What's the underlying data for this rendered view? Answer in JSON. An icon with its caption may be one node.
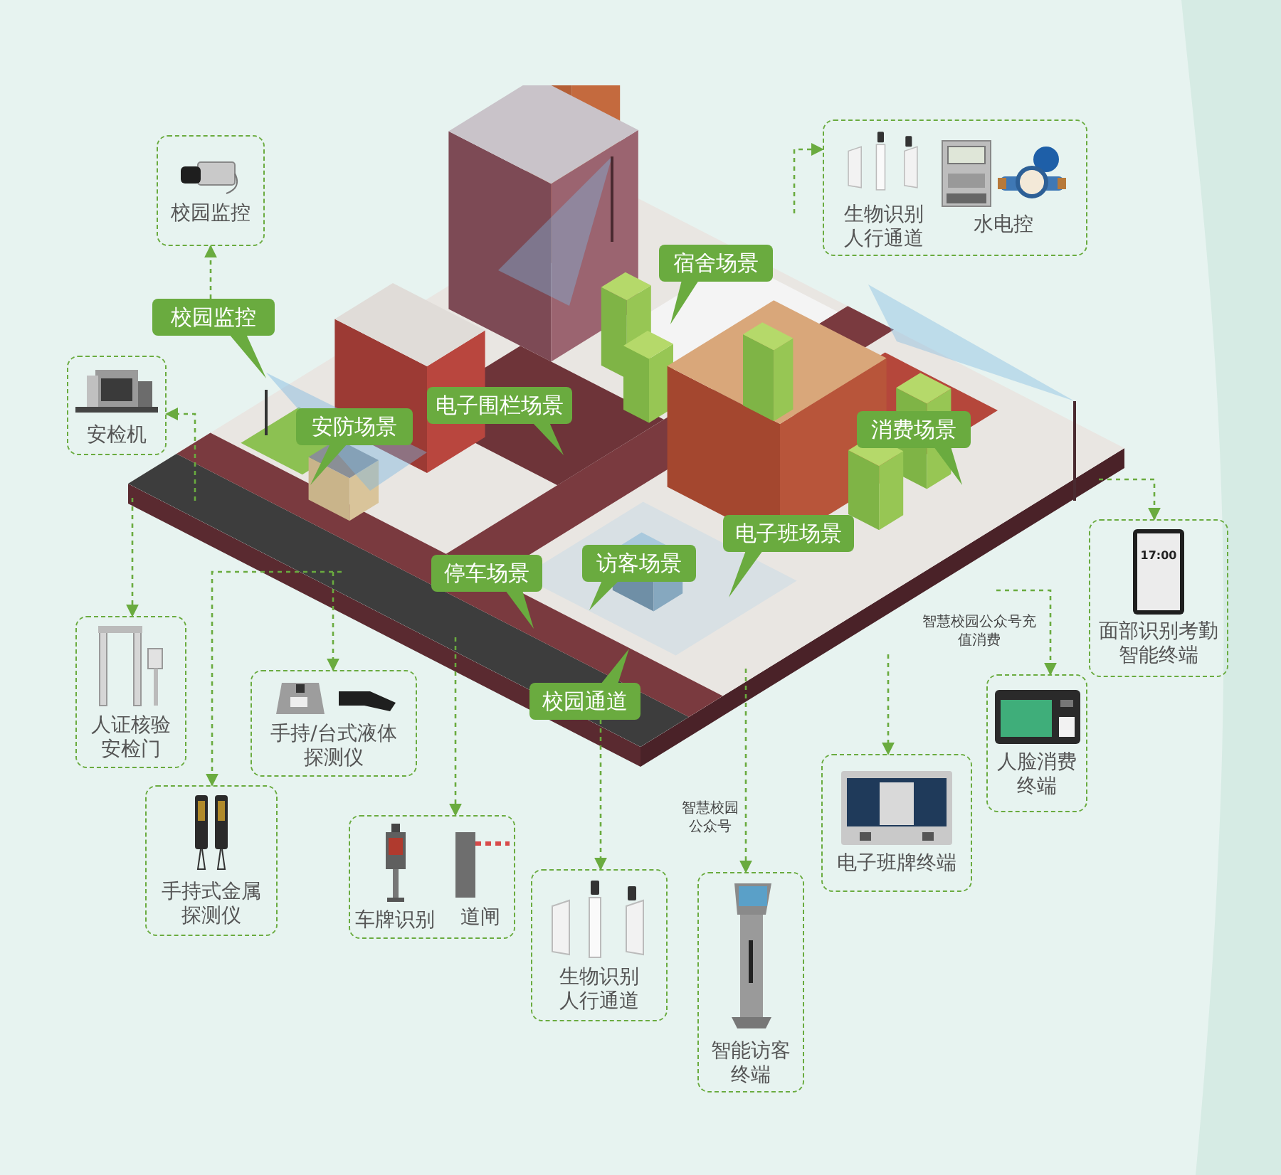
{
  "diagram": {
    "nodes": [
      {
        "text": [
          "校园监控"
        ]
      },
      {
        "text": [
          "安防场景"
        ]
      },
      {
        "text": [
          "电子围栏场景"
        ]
      },
      {
        "text": [
          "宿舍场景"
        ]
      },
      {
        "text": [
          "消费场景"
        ]
      },
      {
        "text": [
          "停车场景"
        ]
      },
      {
        "text": [
          "访客场景"
        ]
      },
      {
        "text": [
          "电子班场景"
        ]
      },
      {
        "text": [
          "校园通道"
        ]
      },
      {
        "text": [
          "校园监控"
        ]
      },
      {
        "text": [
          "安检机"
        ]
      },
      {
        "text": [
          "人证核验安检门"
        ]
      },
      {
        "text": [
          "手持式金属探测仪"
        ]
      },
      {
        "text": [
          "手持/台式液体探测仪"
        ]
      },
      {
        "text": [
          "车牌识别",
          "道闸"
        ]
      },
      {
        "text": [
          "生物识别人行通道"
        ]
      },
      {
        "text": [
          "智能访客终端"
        ]
      },
      {
        "text": [
          "电子班牌终端"
        ]
      },
      {
        "text": [
          "人脸消费终端"
        ]
      },
      {
        "text": [
          "面部识别考勤智能终端"
        ]
      },
      {
        "text": [
          "生物识别人行通道",
          "水电控"
        ]
      }
    ],
    "edges": [
      {
        "from": 0,
        "to": 9,
        "arrow": "to",
        "style": "dashed"
      },
      {
        "from": null,
        "to": 10,
        "arrow": "to",
        "style": "dashed"
      },
      {
        "from": null,
        "to": 11,
        "arrow": "to",
        "style": "dashed"
      },
      {
        "from": null,
        "to": 12,
        "arrow": "to",
        "style": "dashed"
      },
      {
        "from": null,
        "to": 13,
        "arrow": "to",
        "style": "dashed"
      },
      {
        "from": null,
        "to": 14,
        "arrow": "to",
        "style": "dashed"
      },
      {
        "from": 8,
        "to": 15,
        "arrow": "to",
        "style": "dashed"
      },
      {
        "from": null,
        "to": 16,
        "arrow": "to",
        "style": "dashed"
      },
      {
        "from": null,
        "to": 17,
        "arrow": "to",
        "style": "dashed"
      },
      {
        "from": null,
        "to": 18,
        "arrow": "to",
        "style": "dashed"
      },
      {
        "from": null,
        "to": 19,
        "arrow": "to",
        "style": "dashed"
      },
      {
        "from": null,
        "to": 20,
        "arrow": "to",
        "style": "dashed"
      }
    ],
    "labels": [
      "智慧校园公众号充值消费",
      "智慧校园公众号",
      "17:00"
    ]
  }
}
